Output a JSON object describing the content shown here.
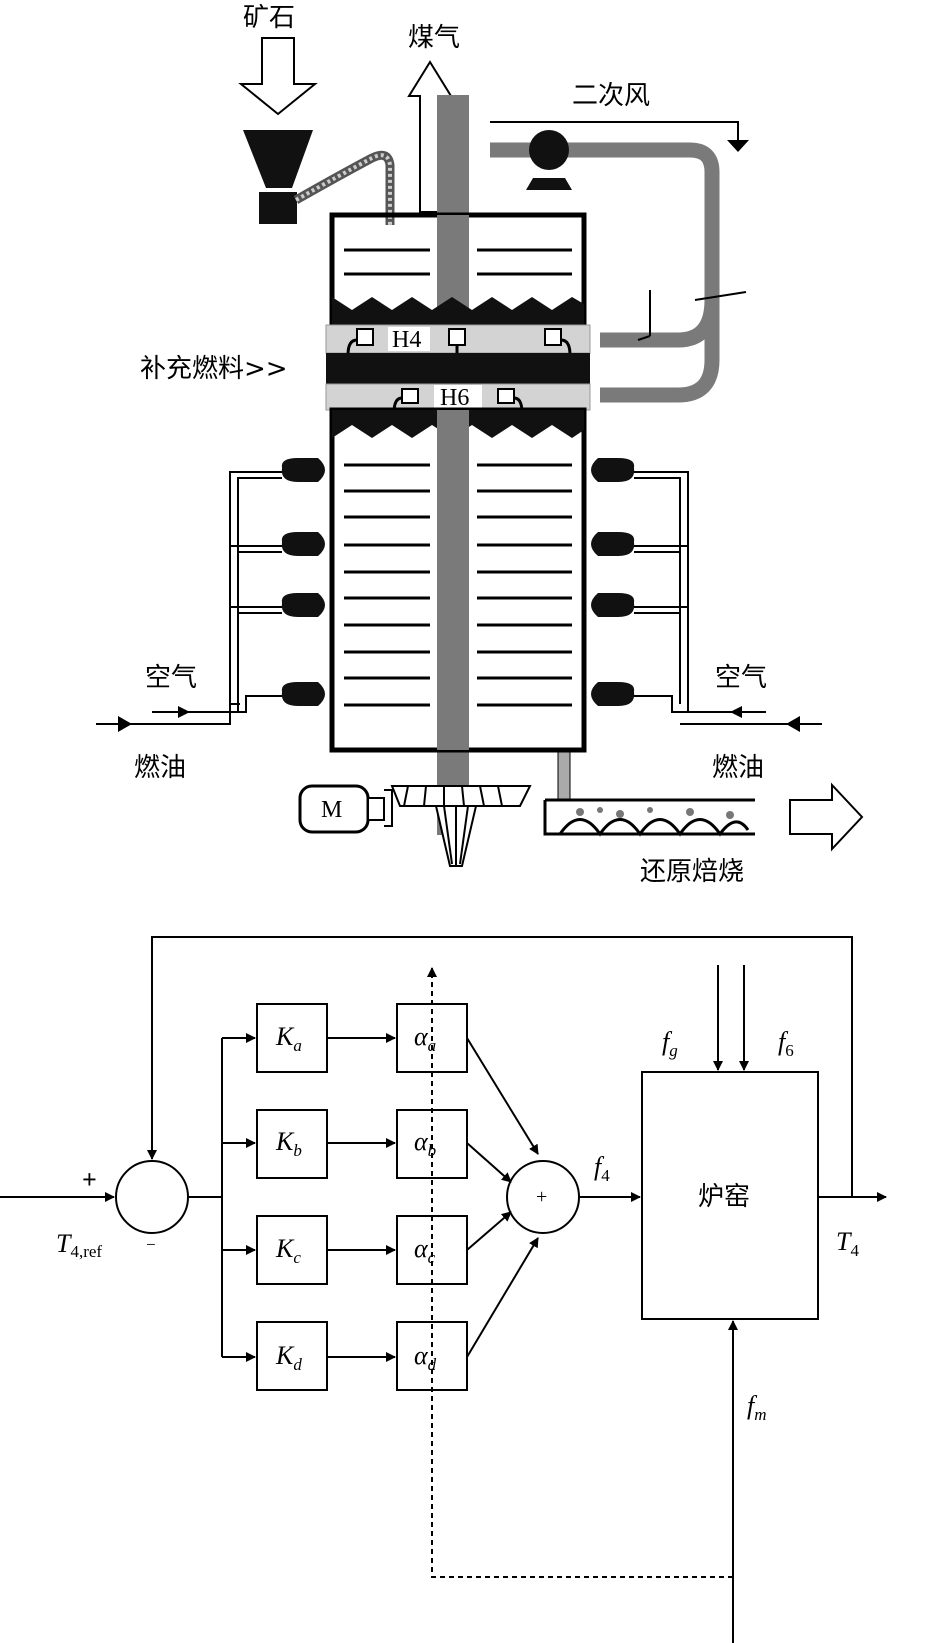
{
  "figure": {
    "top": {
      "ore_label": "矿石",
      "gas_label": "煤气",
      "secondary_air_label": "二次风",
      "supplementary_fuel_label": "补充燃料>>",
      "hearth_h4_label": "H4",
      "hearth_h6_label": "H6",
      "air_left_label": "空气",
      "air_right_label": "空气",
      "oil_left_label": "燃油",
      "oil_right_label": "燃油",
      "motor_label": "M",
      "reduction_roasting_label": "还原焙烧"
    },
    "bottom": {
      "plus_sign": "+",
      "minus_sign": "−",
      "ref_main": "T",
      "ref_sub": "4,ref",
      "gains": [
        {
          "main": "K",
          "sub": "a"
        },
        {
          "main": "K",
          "sub": "b"
        },
        {
          "main": "K",
          "sub": "c"
        },
        {
          "main": "K",
          "sub": "d"
        }
      ],
      "weights": [
        {
          "main": "α",
          "sub": "a"
        },
        {
          "main": "α",
          "sub": "b"
        },
        {
          "main": "α",
          "sub": "c"
        },
        {
          "main": "α",
          "sub": "d"
        }
      ],
      "sum_sign": "+",
      "f4_main": "f",
      "f4_sub": "4",
      "fg_main": "f",
      "fg_sub": "g",
      "f6_main": "f",
      "f6_sub": "6",
      "fm_main": "f",
      "fm_sub": "m",
      "furnace_label": "炉窑",
      "out_main": "T",
      "out_sub": "4"
    }
  }
}
